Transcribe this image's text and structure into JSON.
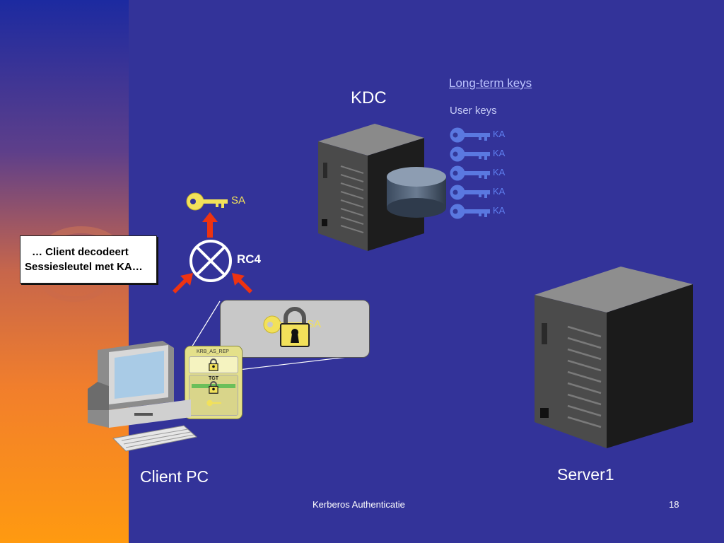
{
  "slide": {
    "kdc_label": "KDC",
    "long_term_keys_heading": "Long-term keys",
    "user_keys_label": "User keys",
    "user_keys": [
      "KA",
      "KA",
      "KA",
      "KA",
      "KA"
    ],
    "session_key_label": "SA",
    "cipher_label": "RC4",
    "callout_line1": "… Client decodeert",
    "callout_line2": "Sessiesleutel met KA…",
    "encrypted_key_label": "SA",
    "message_title": "KRB_AS_REP",
    "tgt_label": "TGT",
    "client_label": "Client PC",
    "server_label": "Server1",
    "footer_title": "Kerberos Authenticatie",
    "page_number": "18"
  },
  "colors": {
    "background": "#333399",
    "left_gradient_top": "#1c2aa0",
    "left_gradient_bottom": "#ff9a10",
    "key_blue": "#5a78e0",
    "key_yellow": "#f2e15a",
    "arrow_red": "#ee3311"
  }
}
